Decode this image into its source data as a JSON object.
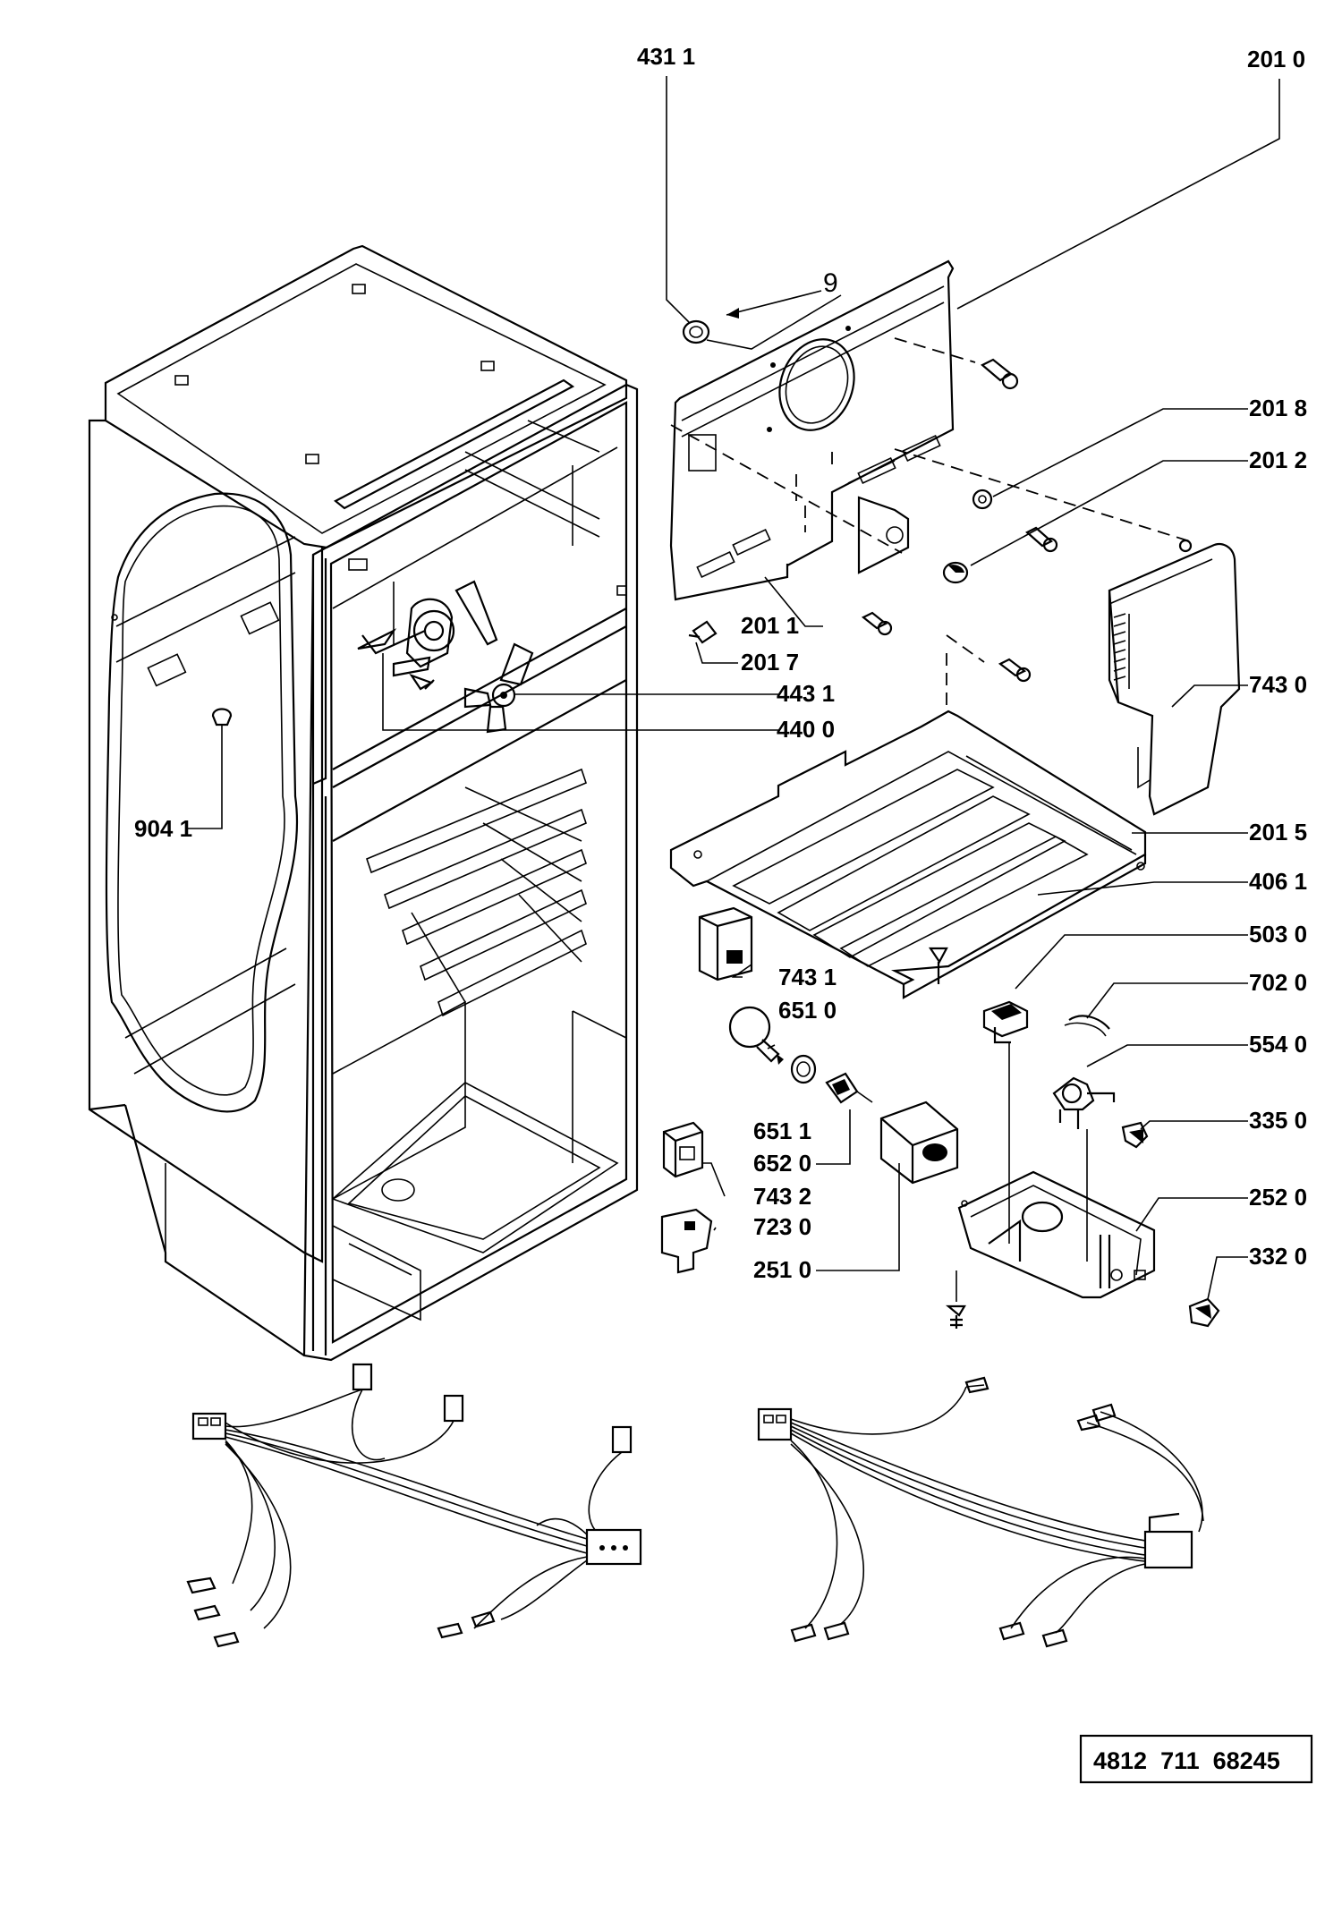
{
  "labels": {
    "p4311": "431 1",
    "p2010": "201 0",
    "p9": "9",
    "p2018": "201 8",
    "p2012": "201 2",
    "p2011": "201 1",
    "p2017": "201 7",
    "p4431": "443 1",
    "p4400": "440 0",
    "p7430": "743 0",
    "p9041": "904 1",
    "p2015": "201 5",
    "p4061": "406 1",
    "p5030": "503 0",
    "p7431": "743 1",
    "p6510": "651 0",
    "p7020": "702 0",
    "p5540": "554 0",
    "p6511": "651 1",
    "p3350": "335 0",
    "p6520": "652 0",
    "p7432": "743 2",
    "p2520": "252 0",
    "p7230": "723 0",
    "p2510": "251 0",
    "p3320": "332 0"
  },
  "document_number": "4812  711  68245"
}
